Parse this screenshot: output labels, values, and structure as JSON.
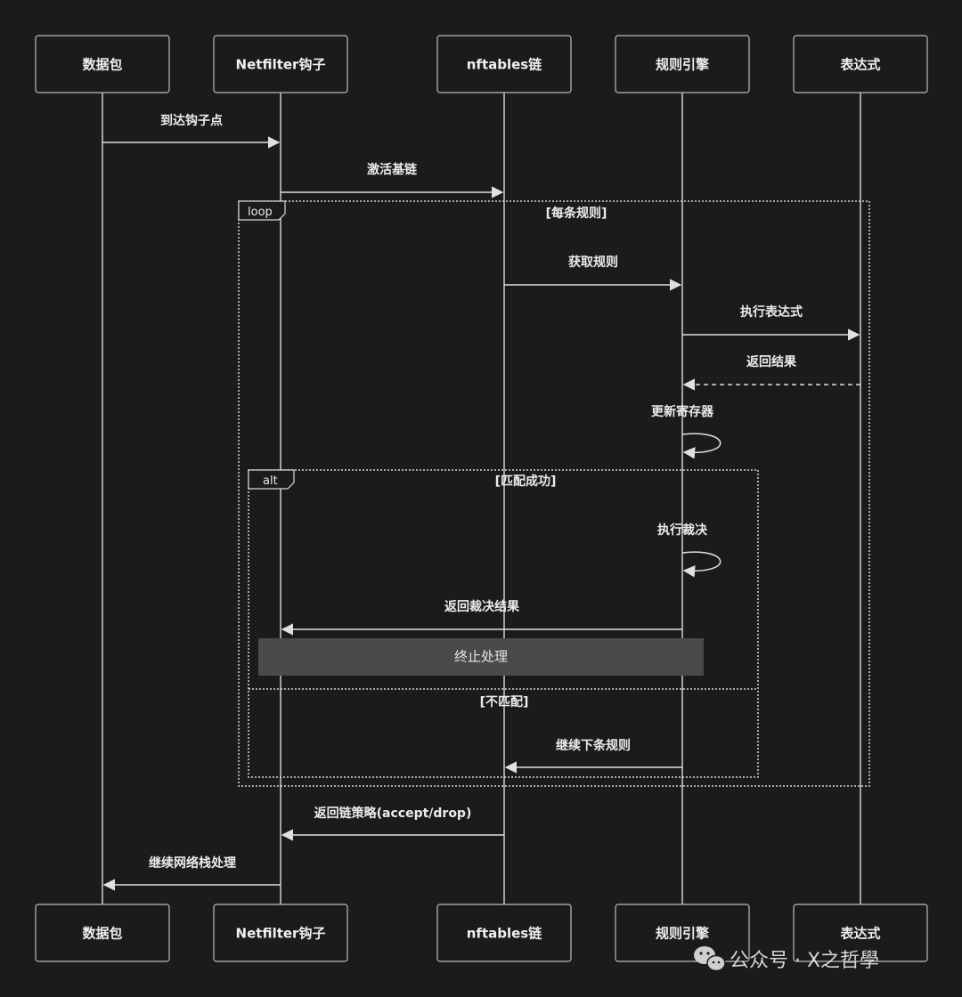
{
  "participants": [
    {
      "id": "packet",
      "label": "数据包"
    },
    {
      "id": "netfilter",
      "label": "Netfilter钩子"
    },
    {
      "id": "nftables",
      "label": "nftables链"
    },
    {
      "id": "engine",
      "label": "规则引擎"
    },
    {
      "id": "expr",
      "label": "表达式"
    }
  ],
  "messages": [
    {
      "from": "packet",
      "to": "netfilter",
      "label": "到达钩子点",
      "style": "solid"
    },
    {
      "from": "netfilter",
      "to": "nftables",
      "label": "激活基链",
      "style": "solid"
    },
    {
      "from": "nftables",
      "to": "engine",
      "label": "获取规则",
      "style": "solid"
    },
    {
      "from": "engine",
      "to": "expr",
      "label": "执行表达式",
      "style": "solid"
    },
    {
      "from": "expr",
      "to": "engine",
      "label": "返回结果",
      "style": "dashed"
    },
    {
      "from": "engine",
      "to": "engine",
      "label": "更新寄存器",
      "style": "self"
    },
    {
      "from": "engine",
      "to": "engine",
      "label": "执行裁决",
      "style": "self"
    },
    {
      "from": "engine",
      "to": "netfilter",
      "label": "返回裁决结果",
      "style": "solid"
    },
    {
      "from": "engine",
      "to": "nftables",
      "label": "继续下条规则",
      "style": "solid"
    },
    {
      "from": "nftables",
      "to": "netfilter",
      "label": "返回链策略(accept/drop)",
      "style": "solid"
    },
    {
      "from": "netfilter",
      "to": "packet",
      "label": "继续网络栈处理",
      "style": "solid"
    }
  ],
  "loop": {
    "kind": "loop",
    "condition": "[每条规则]"
  },
  "alt": {
    "kind": "alt",
    "condition": "[匹配成功]",
    "else_condition": "[不匹配]"
  },
  "note": {
    "text": "终止处理"
  },
  "watermark": {
    "text": "公众号 · X之哲學"
  },
  "colors": {
    "background": "#1b1b1b",
    "line": "#e0e0e0",
    "note": "#4a4a4a"
  }
}
